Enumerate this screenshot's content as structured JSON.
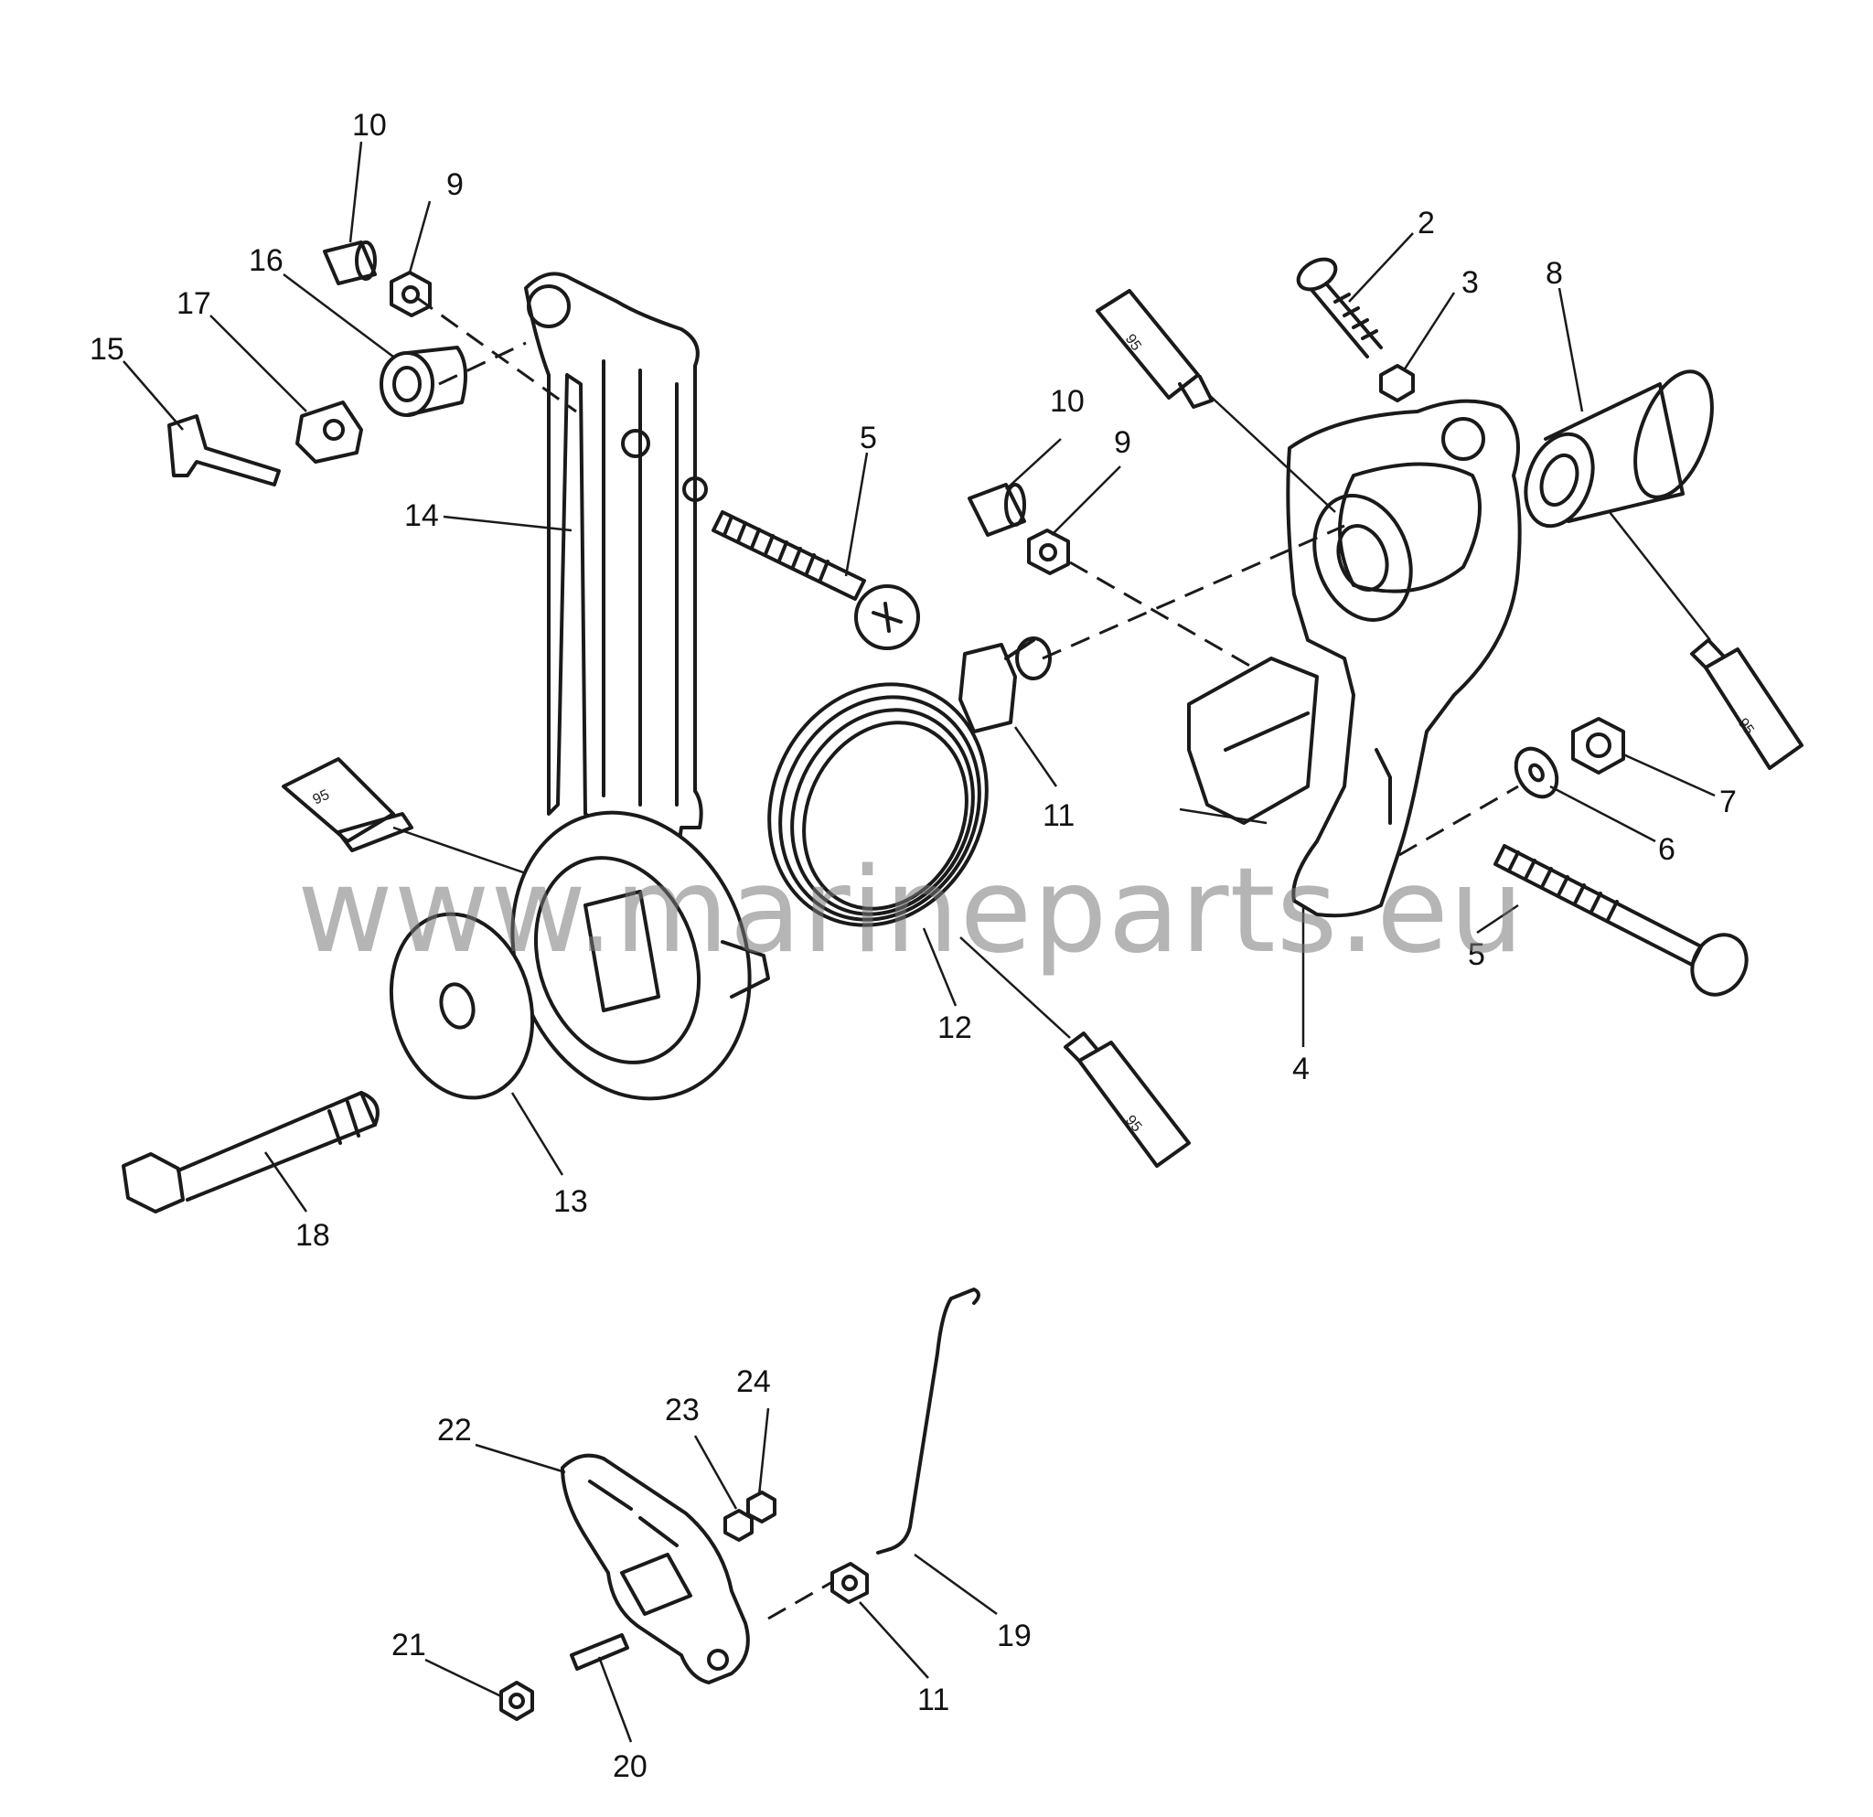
{
  "watermark": "www.marineparts.eu",
  "tube_label": "95",
  "callouts": [
    "10",
    "9",
    "16",
    "17",
    "15",
    "14",
    "5",
    "2",
    "3",
    "8",
    "10",
    "9",
    "11",
    "7",
    "6",
    "5",
    "4",
    "12",
    "13",
    "18",
    "24",
    "23",
    "22",
    "21",
    "20",
    "11",
    "19"
  ]
}
